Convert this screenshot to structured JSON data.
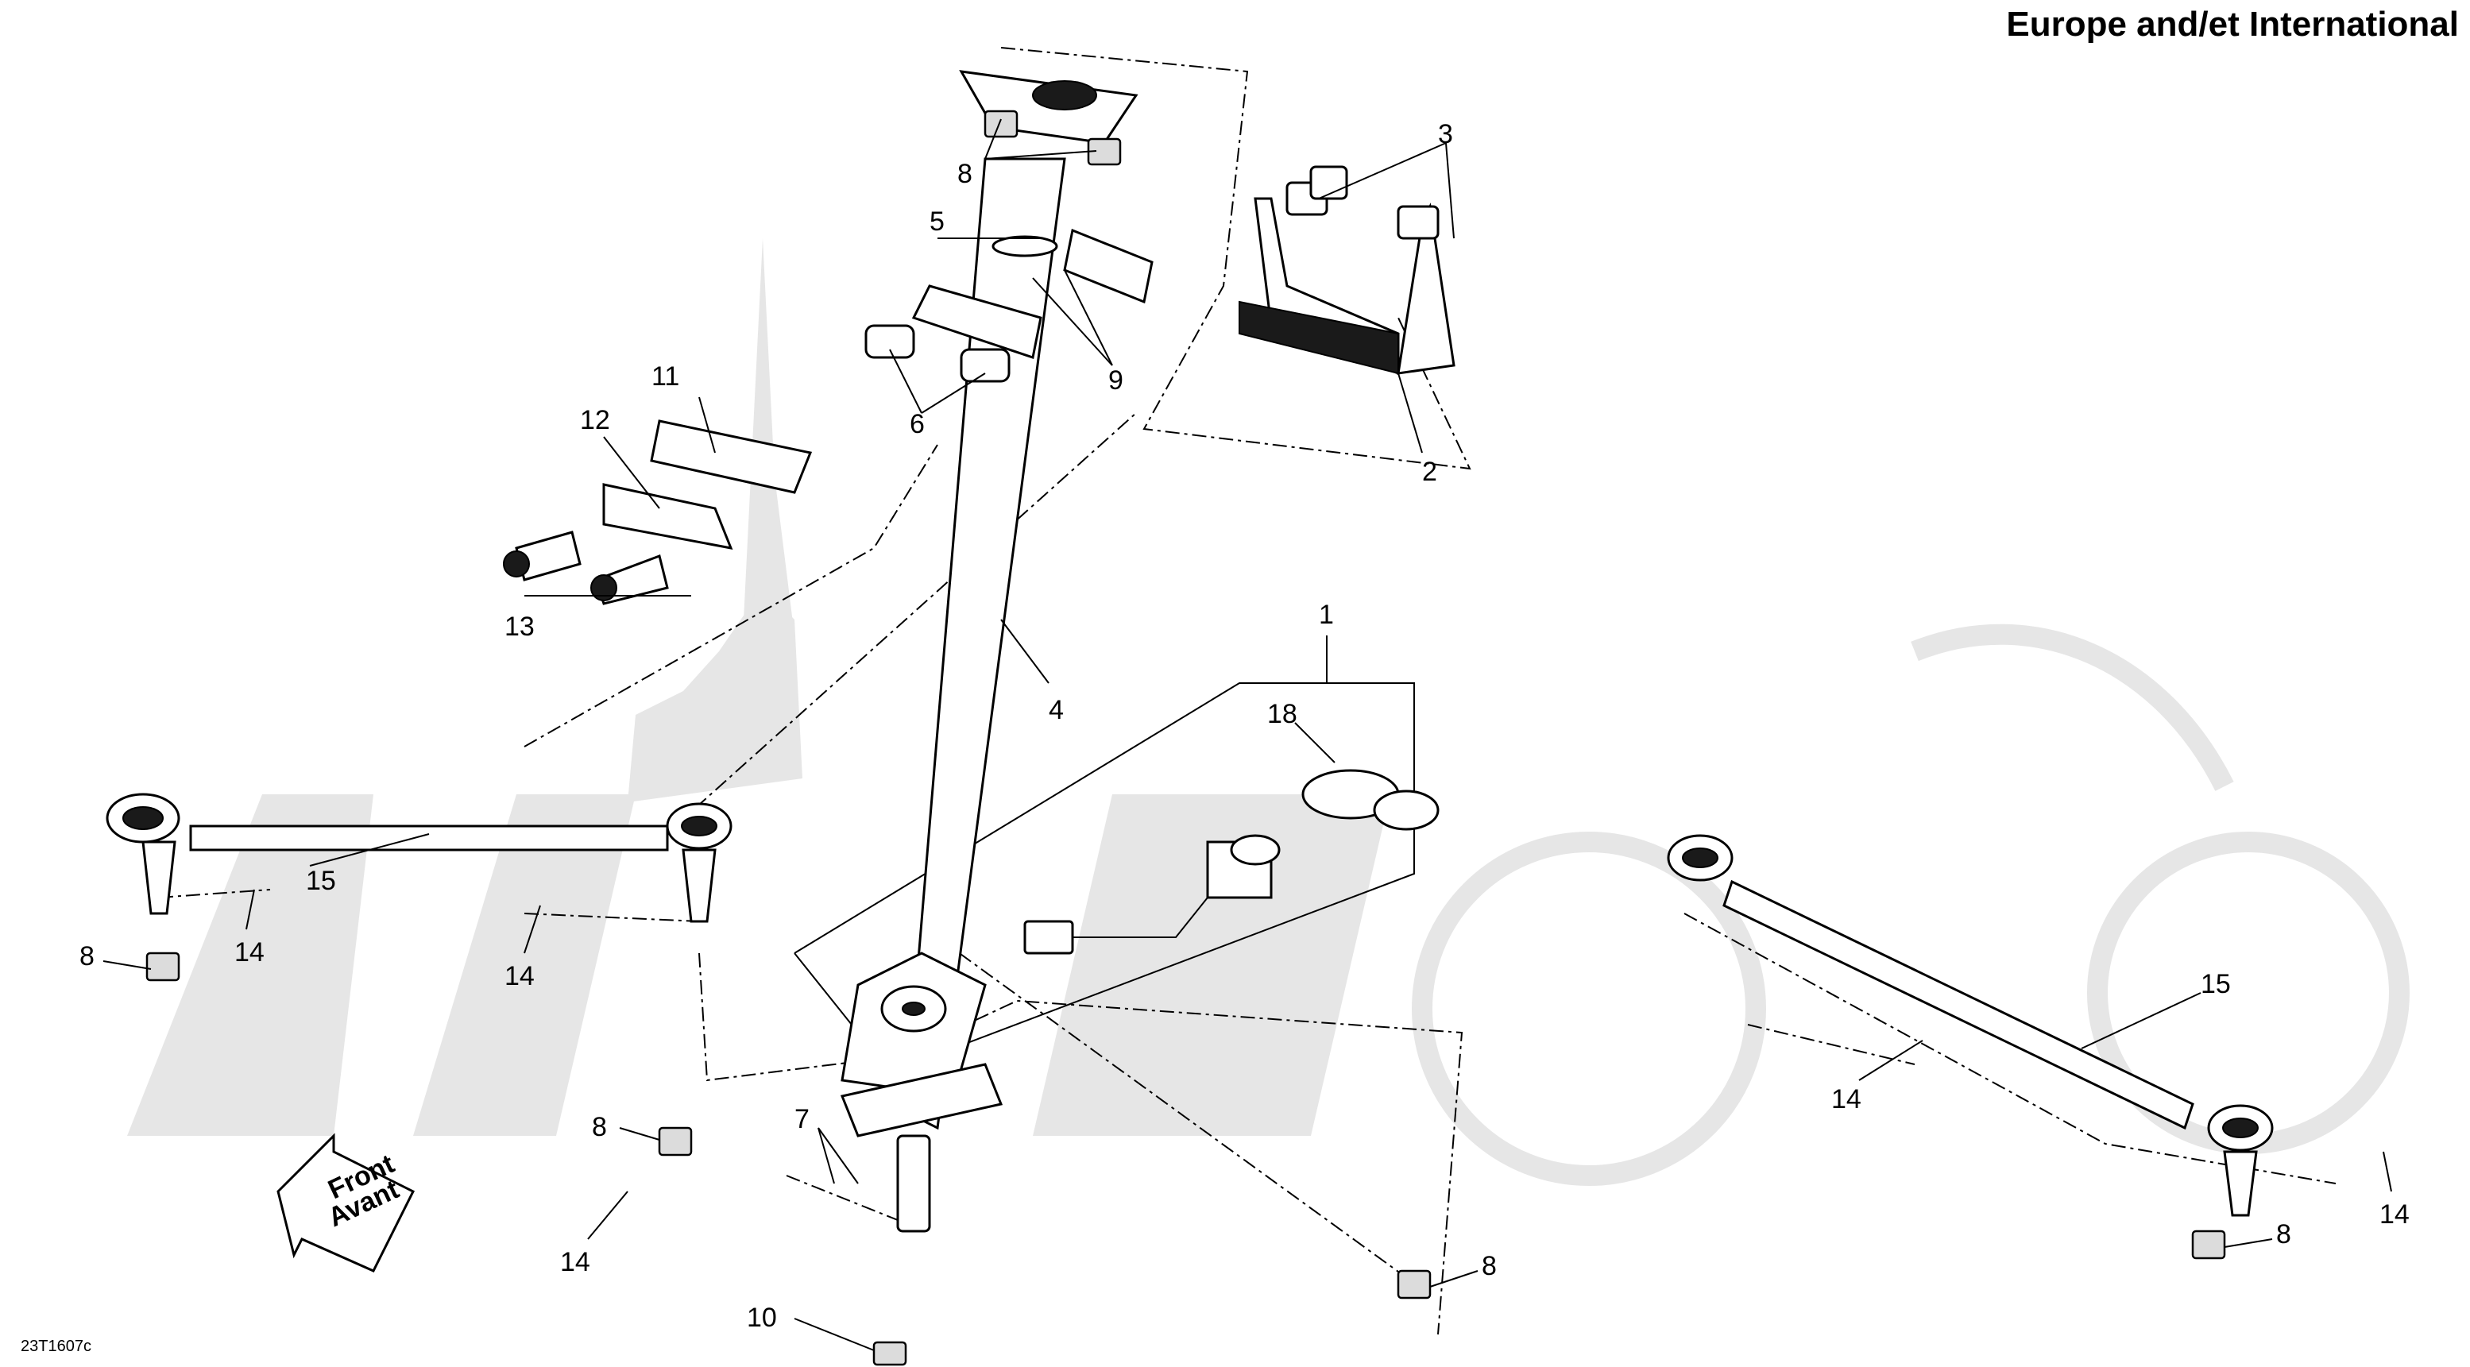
{
  "header": {
    "title": "Europe and/et International"
  },
  "footer": {
    "reference": "23T1607c"
  },
  "front_arrow": {
    "line1": "Front",
    "line2": "Avant"
  },
  "callouts": {
    "c1": "1",
    "c2": "2",
    "c3": "3",
    "c4": "4",
    "c5": "5",
    "c6": "6",
    "c7": "7",
    "c8a": "8",
    "c8b": "8",
    "c8c": "8",
    "c8d": "8",
    "c8e": "8",
    "c9": "9",
    "c10": "10",
    "c11": "11",
    "c12": "12",
    "c13": "13",
    "c14a": "14",
    "c14b": "14",
    "c14c": "14",
    "c14d": "14",
    "c14e": "14",
    "c15a": "15",
    "c15b": "15",
    "c18": "18"
  },
  "colors": {
    "line": "#000000",
    "watermark": "#e6e6e6",
    "background": "#ffffff"
  }
}
